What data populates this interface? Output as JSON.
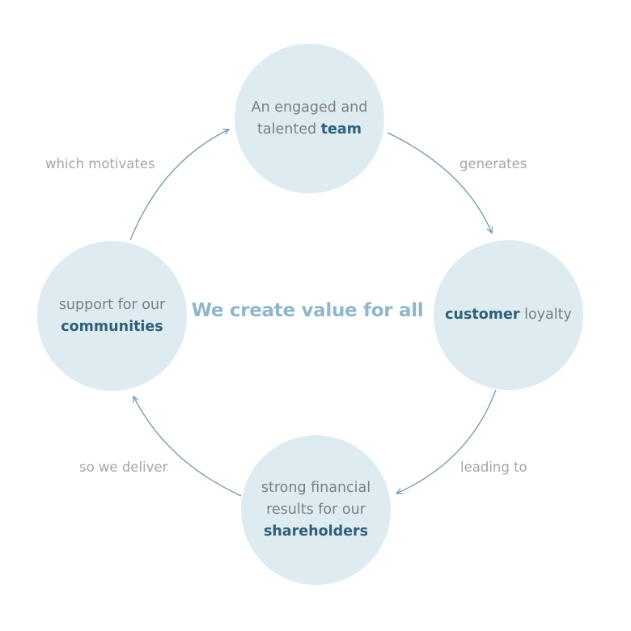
{
  "center": {
    "title": "We create value for all"
  },
  "nodes": {
    "team": {
      "line1": "An engaged and",
      "line2_regular": "talented ",
      "line2_bold": "team"
    },
    "customer": {
      "bold": "customer",
      "regular": " loyalty"
    },
    "shareholders": {
      "line1": "strong financial",
      "line2": "results for our",
      "line3_bold": "shareholders"
    },
    "communities": {
      "line1": "support for our",
      "line2_bold": "communities"
    }
  },
  "edges": {
    "team_to_customer": "generates",
    "customer_to_shareholders": "leading to",
    "shareholders_to_communities": "so we deliver",
    "communities_to_team": "which motivates"
  },
  "colors": {
    "circle_fill": "#deebf1",
    "arrow": "#6f97ad",
    "bold_text": "#2f5f79",
    "body_text": "#7b7f83",
    "edge_label": "#a2a6a9",
    "center_text": "#8fb6cd"
  }
}
